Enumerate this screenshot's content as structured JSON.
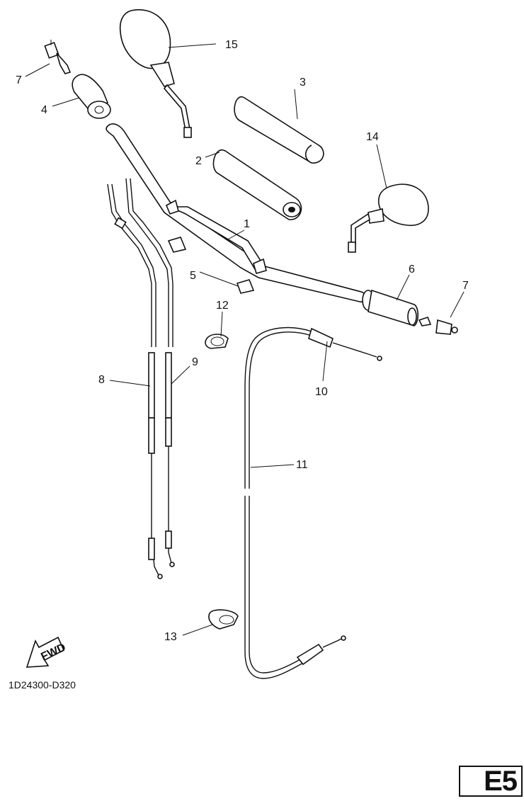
{
  "diagram": {
    "callouts": [
      "1",
      "2",
      "3",
      "4",
      "5",
      "6",
      "7",
      "7",
      "8",
      "9",
      "10",
      "11",
      "12",
      "13",
      "14",
      "15"
    ],
    "fwd_label": "FWD",
    "drawing_code": "1D24300-D320",
    "page_code": "E5"
  }
}
